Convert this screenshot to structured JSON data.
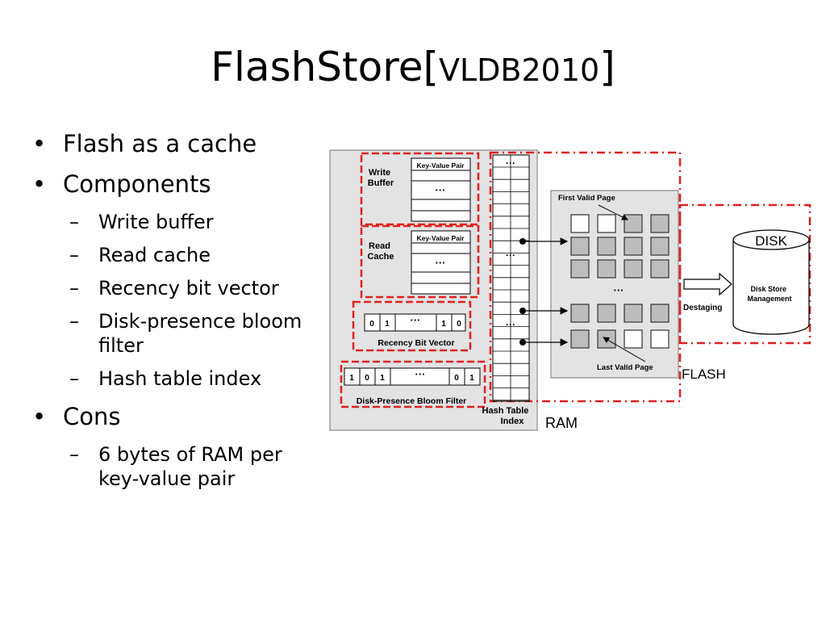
{
  "slide": {
    "title_main": "FlashStore[",
    "title_ref": "VLDB2010",
    "title_close": "]"
  },
  "bullets": [
    {
      "text": "Flash as a cache",
      "children": []
    },
    {
      "text": "Components",
      "children": [
        "Write buffer",
        "Read cache",
        "Recency bit vector",
        "Disk-presence bloom filter",
        "Hash table index"
      ]
    },
    {
      "text": "Cons",
      "children": [
        "6 bytes of RAM per key-value pair"
      ]
    }
  ],
  "diagram": {
    "write_buffer": "Write\nBuffer",
    "read_cache": "Read\nCache",
    "kv_pair": "Key-Value Pair",
    "ellipsis": "···",
    "recency_bits": [
      "0",
      "1",
      "···",
      "1",
      "0"
    ],
    "recency_label": "Recency Bit Vector",
    "bloom_bits": [
      "1",
      "0",
      "1",
      "···",
      "0",
      "1"
    ],
    "bloom_label": "Disk-Presence Bloom Filter",
    "hash_label": "Hash Table\nIndex",
    "ram_label": "RAM",
    "first_valid_page": "First Valid Page",
    "last_valid_page": "Last Valid Page",
    "flash_label": "FLASH",
    "destaging": "Destaging",
    "disk_label": "DISK",
    "disk_store": "Disk Store\nManagement",
    "colors": {
      "red_border": "#e02020",
      "panel_gray": "#e3e3e3",
      "page_gray": "#bdbdbd"
    }
  }
}
